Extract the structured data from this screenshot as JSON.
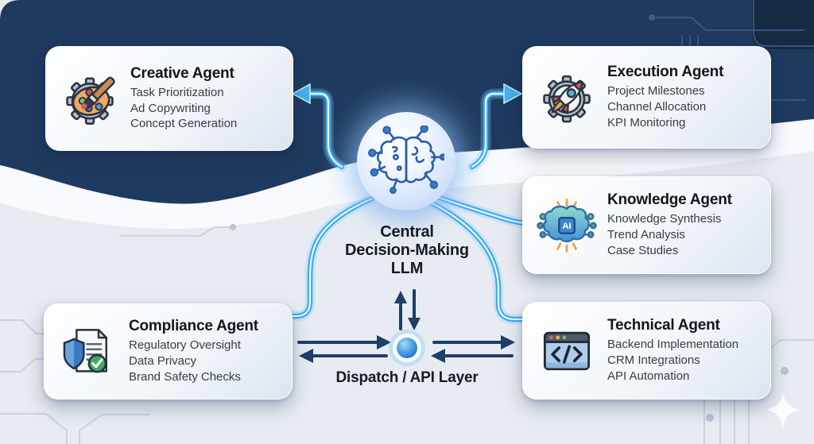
{
  "colors": {
    "navy_background": "#1e3a5e",
    "light_background": "#e8ecf2",
    "tube_blue": "#3fa9ec",
    "arrow_navy": "#1d3f68",
    "dispatch_node_blue": "#2a84d8",
    "card_background": "#f6f9fc"
  },
  "center_node": {
    "icon": "brain-circuit-icon",
    "label_lines": [
      "Central",
      "Decision-Making",
      "LLM"
    ]
  },
  "dispatch": {
    "icon": "dispatch-node-icon",
    "label": "Dispatch / API Layer"
  },
  "agents": {
    "creative": {
      "title": "Creative Agent",
      "icon": "palette-brush-gear-icon",
      "items": [
        "Task Prioritization",
        "Ad Copywriting",
        "Concept Generation"
      ]
    },
    "execution": {
      "title": "Execution Agent",
      "icon": "rocket-gear-icon",
      "items": [
        "Project Milestones",
        "Channel Allocation",
        "KPI Monitoring"
      ]
    },
    "knowledge": {
      "title": "Knowledge Agent",
      "icon": "ai-brain-chip-icon",
      "chip_label": "AI",
      "items": [
        "Knowledge Synthesis",
        "Trend Analysis",
        "Case Studies"
      ]
    },
    "compliance": {
      "title": "Compliance Agent",
      "icon": "shield-document-check-icon",
      "items": [
        "Regulatory Oversight",
        "Data Privacy",
        "Brand Safety Checks"
      ]
    },
    "technical": {
      "title": "Technical Agent",
      "icon": "code-window-icon",
      "items": [
        "Backend Implementation",
        "CRM Integrations",
        "API Automation"
      ]
    }
  }
}
